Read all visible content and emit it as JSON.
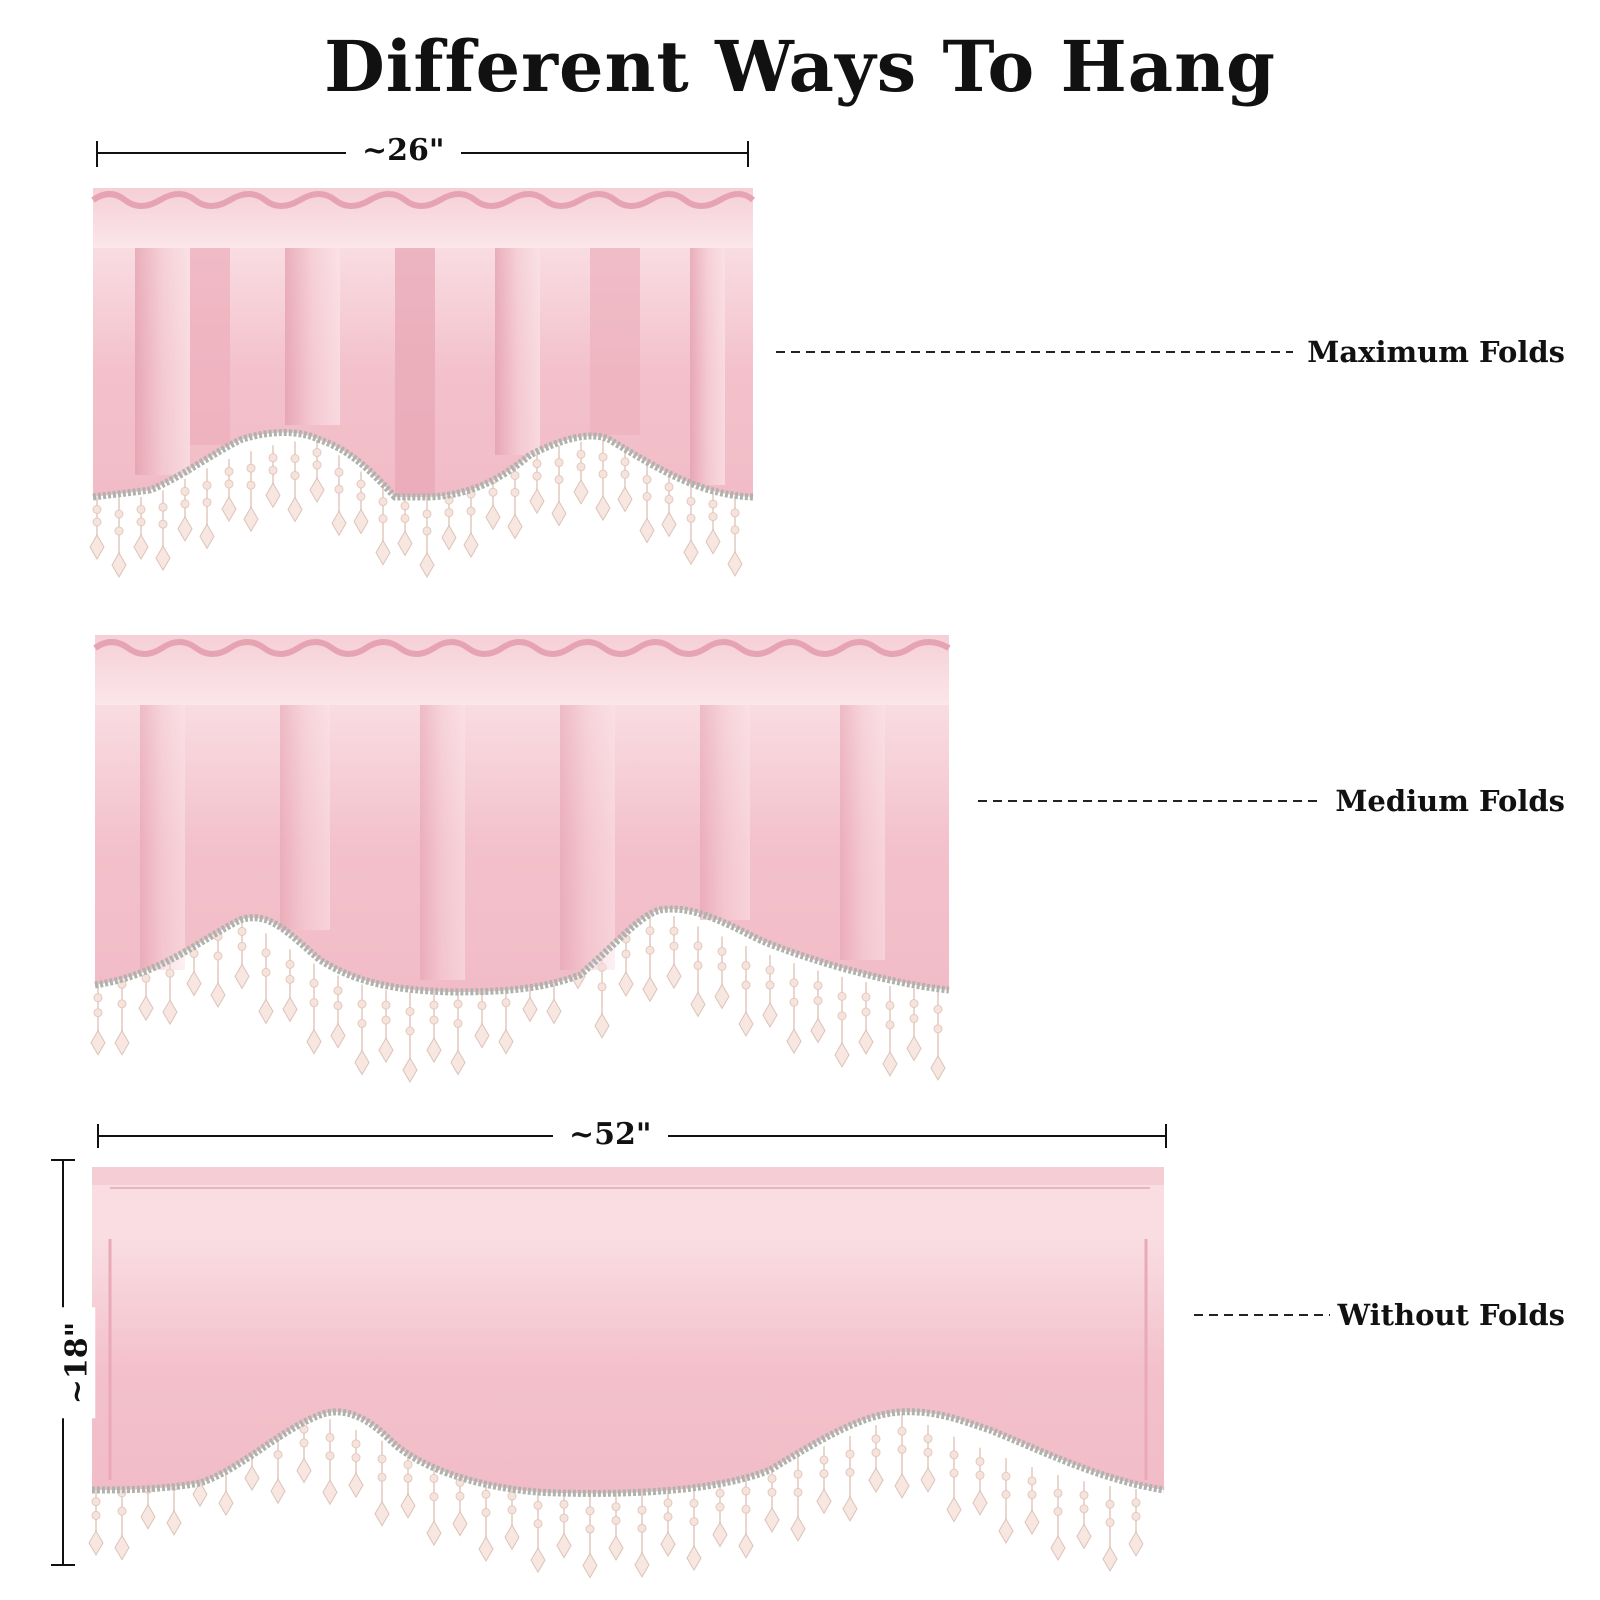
{
  "title": "Different Ways To Hang",
  "dimensions": {
    "top_width": "~26\"",
    "bottom_width": "~52\"",
    "height": "~18\""
  },
  "styles": [
    {
      "label": "Maximum Folds"
    },
    {
      "label": "Medium Folds"
    },
    {
      "label": "Without Folds"
    }
  ],
  "colors": {
    "fabric": "#f3c1cb",
    "fabric_light": "#f8d8de",
    "fabric_dark": "#e7a6b3",
    "trim": "#aeb3ad",
    "bead": "#f6e4dc"
  }
}
